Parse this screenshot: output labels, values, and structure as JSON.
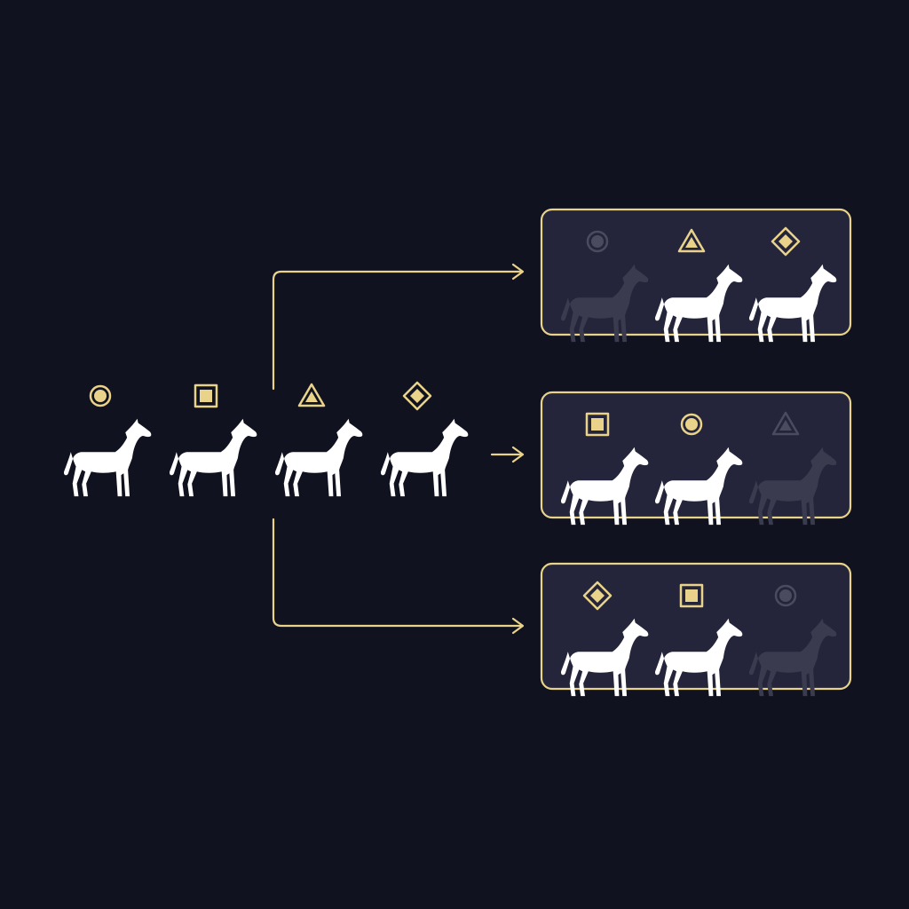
{
  "colors": {
    "background": "#11121f",
    "accent": "#e9d38a",
    "horse_active": "#ffffff",
    "horse_dimmed": "#3a3b4e",
    "marker_dimmed": "#4a4b5e",
    "box_fill": "#24253a"
  },
  "source_group": {
    "horses": [
      {
        "marker": "circle",
        "state": "active"
      },
      {
        "marker": "square",
        "state": "active"
      },
      {
        "marker": "triangle",
        "state": "active"
      },
      {
        "marker": "diamond",
        "state": "active"
      }
    ]
  },
  "connectors": [
    {
      "target": "top",
      "style": "elbow-arrow"
    },
    {
      "target": "middle",
      "style": "straight-arrow"
    },
    {
      "target": "bottom",
      "style": "elbow-arrow"
    }
  ],
  "outcome_boxes": [
    {
      "position": "top",
      "horses": [
        {
          "marker": "circle",
          "state": "dimmed"
        },
        {
          "marker": "triangle",
          "state": "active"
        },
        {
          "marker": "diamond",
          "state": "active"
        }
      ]
    },
    {
      "position": "middle",
      "horses": [
        {
          "marker": "square",
          "state": "active"
        },
        {
          "marker": "circle",
          "state": "active"
        },
        {
          "marker": "triangle",
          "state": "dimmed"
        }
      ]
    },
    {
      "position": "bottom",
      "horses": [
        {
          "marker": "diamond",
          "state": "active"
        },
        {
          "marker": "square",
          "state": "active"
        },
        {
          "marker": "circle",
          "state": "dimmed"
        }
      ]
    }
  ]
}
